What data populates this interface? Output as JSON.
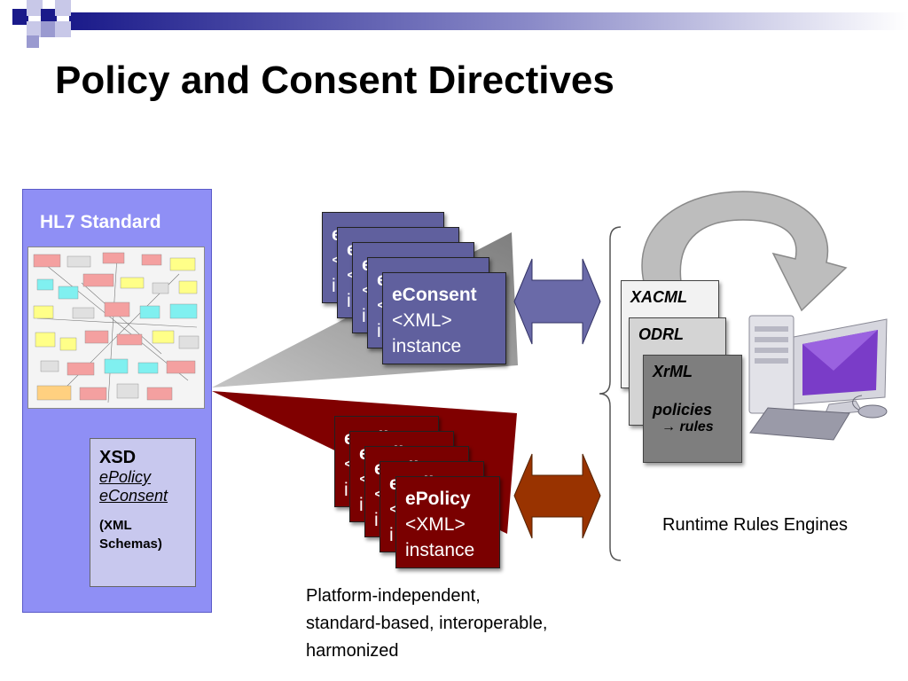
{
  "slide": {
    "title": "Policy and Consent Directives"
  },
  "hl7_panel": {
    "label": "HL7 Standard",
    "xsd_box": {
      "title": "XSD",
      "links": [
        "ePolicy ",
        "eConsent"
      ],
      "schemas_line1": "(XML",
      "schemas_line2": "Schemas)"
    }
  },
  "econsent_stack": {
    "line1": "eConsent",
    "line2": "<XML>",
    "line3": "instance",
    "fragment": "i"
  },
  "epolicy_stack": {
    "line1": "ePolicy",
    "line2": "<XML>",
    "line3": "instance",
    "fragment": "i"
  },
  "rules_stack": {
    "xacml": "XACML",
    "odrl": "ODRL",
    "xrml": "XrML",
    "policies": "policies",
    "rules": "rules",
    "arrow_glyph": "→"
  },
  "runtime_label": "Runtime Rules Engines",
  "caption": {
    "line1": "Platform-independent,",
    "line2": "standard-based, interoperable,",
    "line3": "harmonized"
  },
  "colors": {
    "panel": "#8f8ff5",
    "consent": "#60609e",
    "policy": "#7a0000",
    "consent_arrow": "#6a6aa8",
    "policy_arrow": "#993300",
    "curved_arrow": "#bdbdbd",
    "funnel_top": "#9a9a9a",
    "funnel_bottom": "#800000",
    "yellow_arrow": "#f7c100"
  }
}
